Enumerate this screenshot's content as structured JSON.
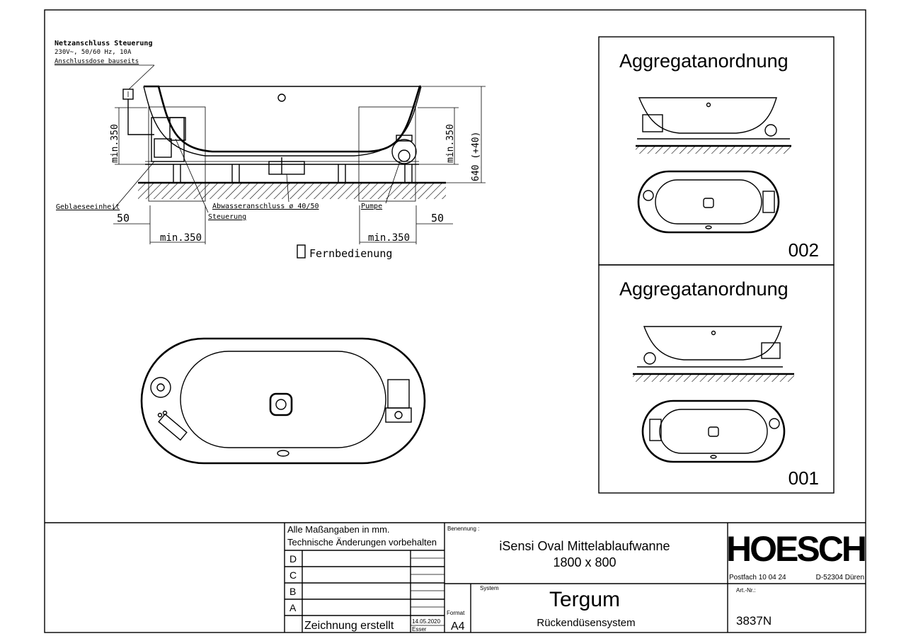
{
  "main_drawing": {
    "power_note": {
      "line1": "Netzanschluss Steuerung",
      "line2": "230V~, 50/60 Hz, 10A",
      "line3": "Anschlussdose bauseits"
    },
    "labels": {
      "blower": "Geblaeseeinheit",
      "drain": "Abwasseranschluss ø 40/50",
      "control": "Steuerung",
      "pump": "Pumpe",
      "remote": "Fernbedienung"
    },
    "dimensions": {
      "left_offset": "50",
      "right_offset": "50",
      "left_min": "min.350",
      "right_min": "min.350",
      "left_height": "min.350",
      "right_height": "min.350",
      "total_height": "640 (+40)"
    }
  },
  "panels": [
    {
      "title": "Aggregatanordnung",
      "number": "002"
    },
    {
      "title": "Aggregatanordnung",
      "number": "001"
    }
  ],
  "title_block": {
    "notes": [
      "Alle Maßangaben in mm.",
      "Technische Änderungen vorbehalten"
    ],
    "revisions": [
      "D",
      "C",
      "B",
      "A"
    ],
    "created_label": "Zeichnung erstellt",
    "created_date": "14.05.2020",
    "created_by": "Esser",
    "format_label": "Format",
    "format_value": "A4",
    "benennung_label": "Benennung :",
    "product_name": "iSensi Oval Mittelablaufwanne",
    "product_size": "1800 x 800",
    "system_label": "System",
    "system_name": "Tergum",
    "system_sub": "Rückendüsensystem",
    "brand": "HOESCH",
    "address_left": "Postfach 10 04 24",
    "address_right": "D-52304 Düren",
    "artnr_label": "Art.-Nr.:",
    "artnr": "3837N"
  }
}
